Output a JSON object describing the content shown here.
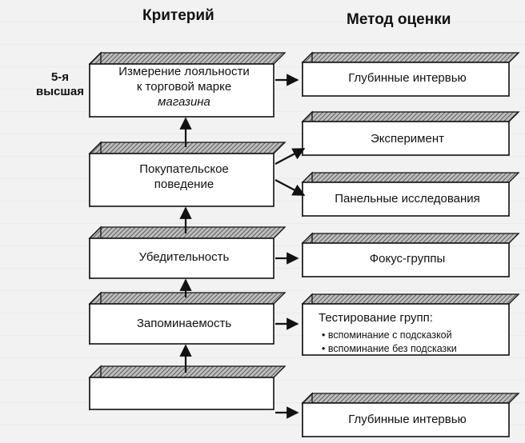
{
  "headers": {
    "criterion": "Критерий",
    "method": "Метод оценки"
  },
  "level_label": {
    "line1": "5-я",
    "line2": "высшая"
  },
  "criteria": [
    {
      "id": "loyalty",
      "line1": "Измерение лояльности",
      "line2": "к торговой марке",
      "line3": "магазина"
    },
    {
      "id": "behavior",
      "line1": "Покупательское",
      "line2": "поведение"
    },
    {
      "id": "persuasion",
      "line1": "Убедительность"
    },
    {
      "id": "memorability",
      "line1": "Запоминаемость"
    },
    {
      "id": "base",
      "line1": ""
    }
  ],
  "methods": [
    {
      "id": "depth-1",
      "title": "Глубинные интервью"
    },
    {
      "id": "experiment",
      "title": "Эксперимент"
    },
    {
      "id": "panel",
      "title": "Панельные исследования"
    },
    {
      "id": "focus",
      "title": "Фокус-группы"
    },
    {
      "id": "group-test",
      "title": "Тестирование групп:",
      "bullets": [
        "вспоминание с подсказкой",
        "вспоминание без подсказки"
      ]
    },
    {
      "id": "depth-2",
      "title": "Глубинные интервью"
    }
  ],
  "colors": {
    "box_fill": "#ffffff",
    "outline": "#111111",
    "hatch": "#555555",
    "background": "#f2f2f2"
  }
}
